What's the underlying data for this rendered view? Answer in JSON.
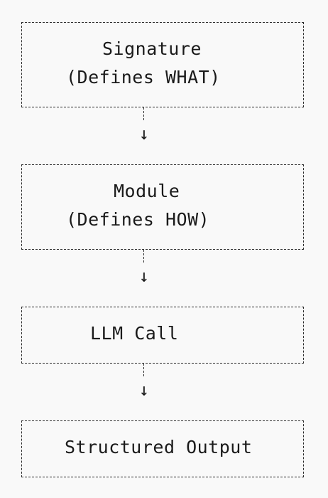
{
  "diagram": {
    "boxes": [
      {
        "lines": [
          "Signature",
          "(Defines WHAT)"
        ]
      },
      {
        "lines": [
          "Module",
          "(Defines HOW)"
        ]
      },
      {
        "lines": [
          "LLM Call"
        ]
      },
      {
        "lines": [
          "Structured Output"
        ]
      }
    ],
    "arrow_glyph": "↓"
  }
}
